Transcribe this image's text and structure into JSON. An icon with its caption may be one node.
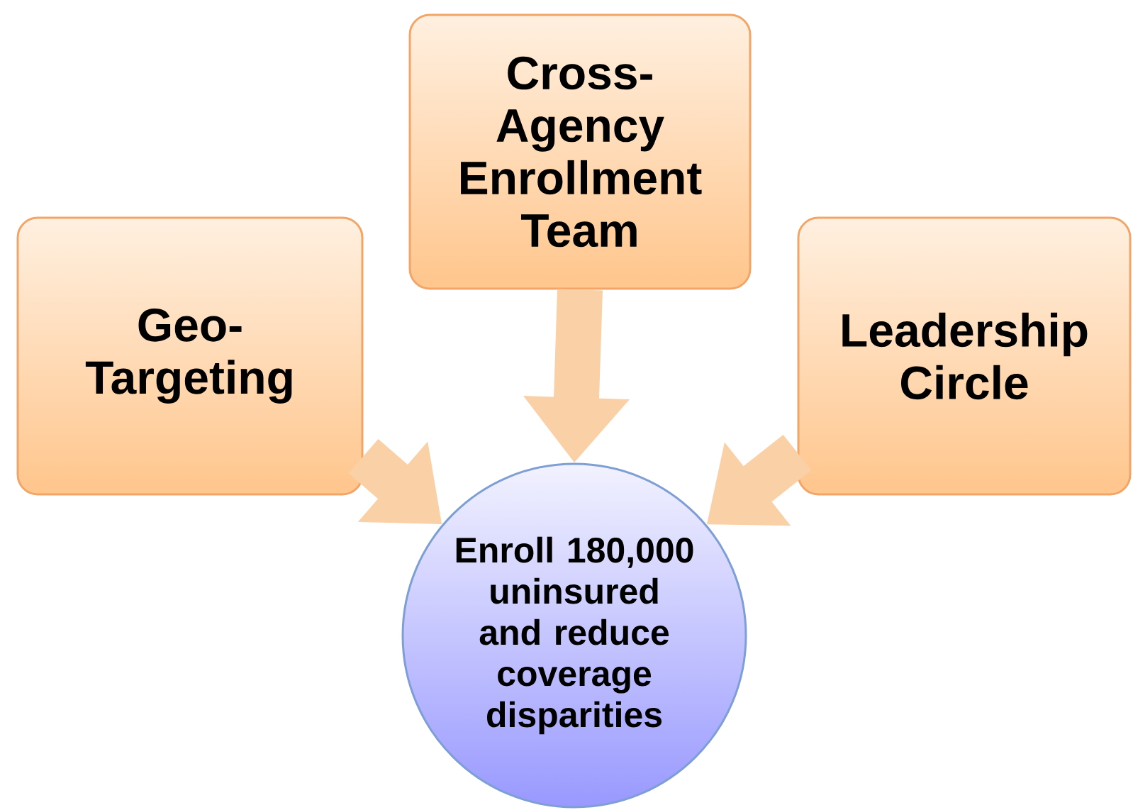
{
  "diagram": {
    "nodes": [
      {
        "text": [
          "Geo- Targeting"
        ]
      },
      {
        "text": [
          "Cross- Agency Enrollment Team"
        ]
      },
      {
        "text": [
          "Leadership Circle"
        ]
      },
      {
        "text": [
          "Enroll 180,000 uninsured and reduce coverage disparities"
        ]
      }
    ],
    "edges": [
      {
        "from": 0,
        "to": 3,
        "arrow": "to"
      },
      {
        "from": 1,
        "to": 3,
        "arrow": "to"
      },
      {
        "from": 2,
        "to": 3,
        "arrow": "to"
      }
    ]
  }
}
